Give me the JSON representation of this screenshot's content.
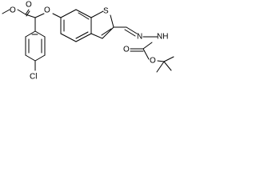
{
  "molecule": {
    "atom_labels": {
      "ester_carbonyl_oxygen": "O",
      "methoxy_oxygen": "O",
      "ether_oxygen": "O",
      "thiophene_sulfur": "S",
      "chlorine": "Cl",
      "hydrazone_nitrogen": "N",
      "hydrazine_nh": "NH",
      "carbamate_carbonyl_oxygen": "O",
      "carbamate_ester_oxygen": "O"
    }
  }
}
